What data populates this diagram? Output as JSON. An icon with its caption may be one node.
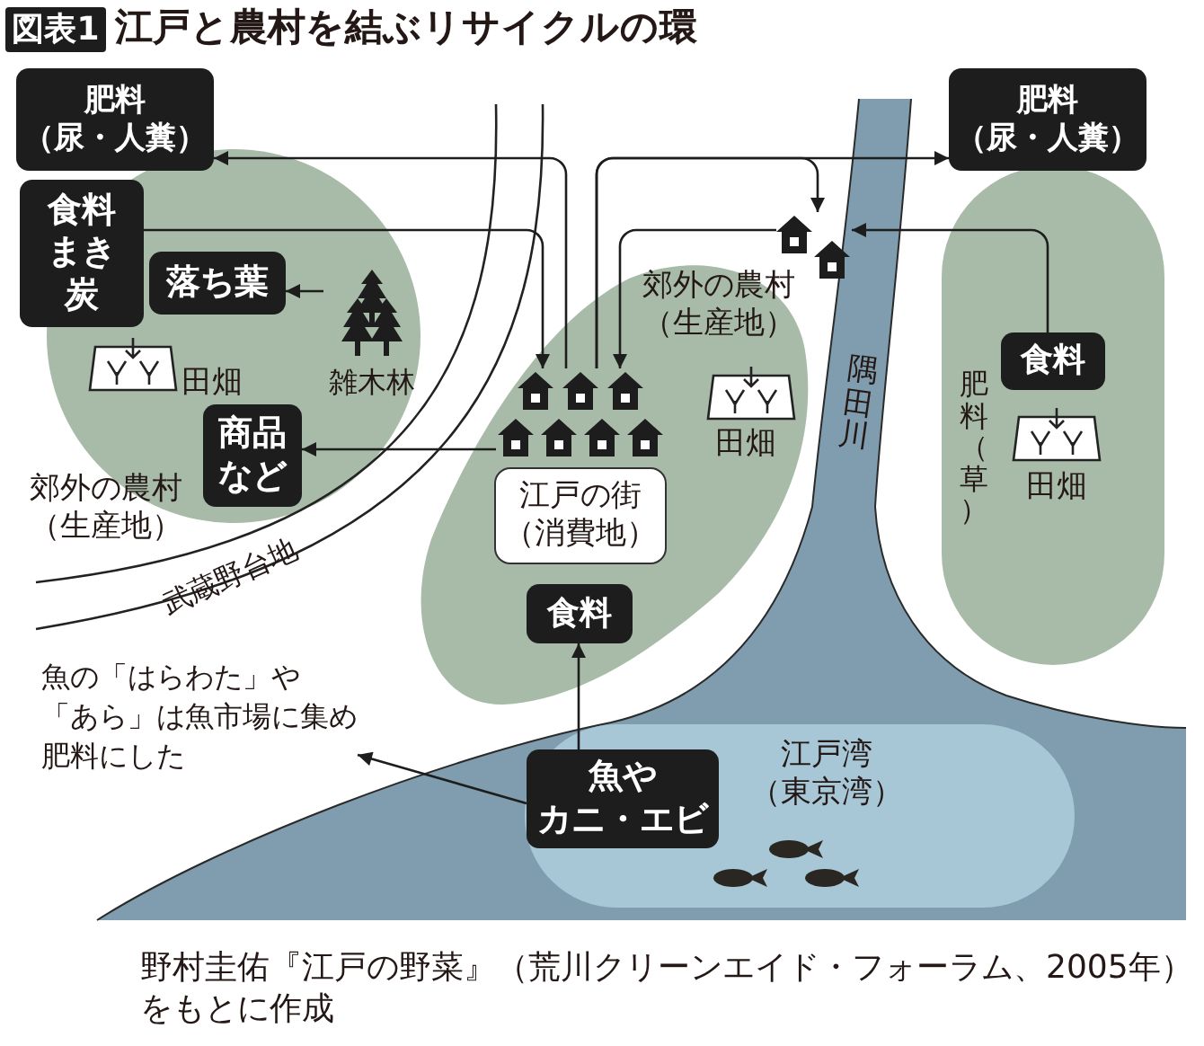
{
  "diagram": {
    "title": "江戸と農村を結ぶリサイクルの環",
    "caption": "野村圭佑『江戸の野菜』（荒川クリーンエイド・フォーラム、2005年）をもとに作成",
    "nodes": [
      {
        "text": [
          "肥料（尿・人糞）"
        ]
      },
      {
        "text": [
          "肥料（尿・人糞）"
        ]
      },
      {
        "text": [
          "田畑",
          "郊外の農村（生産地）"
        ]
      },
      {
        "text": [
          "食料まき炭"
        ]
      },
      {
        "text": [
          "落ち葉"
        ],
        "in": 2
      },
      {
        "text": [
          "雑木林"
        ],
        "in": 2
      },
      {
        "text": [
          "商品など"
        ],
        "in": 2
      },
      {
        "text": [],
        "shape": "picture"
      },
      {
        "text": [
          "郊外の農村（生産地）",
          "田畑"
        ]
      },
      {
        "text": [],
        "shape": "picture",
        "in": 8
      },
      {
        "text": [
          "江戸の街（消費地）"
        ],
        "in": 8
      },
      {
        "text": [
          "食料"
        ],
        "in": 8
      },
      {
        "text": [
          "肥料（草）",
          "田畑"
        ]
      },
      {
        "text": [
          "食料"
        ],
        "in": 12
      },
      {
        "text": [
          "魚の「はらわた」や「あら」は魚市場に集め肥料にした"
        ]
      },
      {
        "text": [
          "江戸湾（東京湾）"
        ]
      },
      {
        "text": [
          "魚やカニ・エビ"
        ],
        "in": 15
      }
    ],
    "edges": [
      {
        "from": 9,
        "to": 0,
        "arrow": "to"
      },
      {
        "from": 9,
        "to": 1,
        "arrow": "to"
      },
      {
        "from": 9,
        "to": 7,
        "arrow": "to"
      },
      {
        "from": 3,
        "to": 9,
        "arrow": "to"
      },
      {
        "from": 7,
        "to": 9,
        "arrow": "to"
      },
      {
        "from": 13,
        "to": 7,
        "arrow": "to"
      },
      {
        "from": 5,
        "to": 4,
        "arrow": "to"
      },
      {
        "from": 9,
        "to": 6,
        "arrow": "to"
      },
      {
        "from": 16,
        "to": 11,
        "arrow": "to"
      },
      {
        "from": 16,
        "to": 14,
        "arrow": "to"
      }
    ],
    "labels": [
      "図表1",
      "隅田川",
      "武蔵野台地"
    ]
  }
}
